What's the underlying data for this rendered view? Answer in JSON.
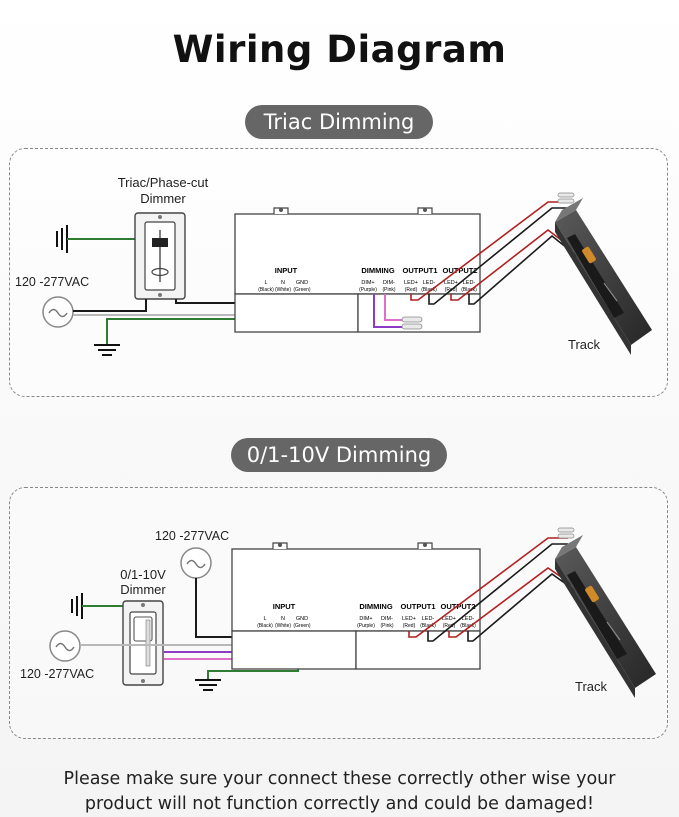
{
  "title": "Wiring Diagram",
  "sections": [
    {
      "name": "Triac Dimming",
      "dimmer_label_1": "Triac/Phase-cut",
      "dimmer_label_2": "Dimmer",
      "source_label": "120 -277VAC",
      "track_label": "Track"
    },
    {
      "name": "0/1-10V Dimming",
      "dimmer_label_1": "0/1-10V",
      "dimmer_label_2": "Dimmer",
      "source_label_top": "120 -277VAC",
      "source_label_left": "120 -277VAC",
      "track_label": "Track"
    }
  ],
  "driver": {
    "input_label": "INPUT",
    "input_terminals": [
      {
        "name": "L",
        "color": "(Black)"
      },
      {
        "name": "N",
        "color": "(White)"
      },
      {
        "name": "GND",
        "color": "(Green)"
      }
    ],
    "dimming_label": "DIMMING",
    "dimming_terminals": [
      {
        "name": "DIM+",
        "color": "(Purple)"
      },
      {
        "name": "DIM-",
        "color": "(Pink)"
      }
    ],
    "output1_label": "OUTPUT1",
    "output2_label": "OUTPUT2",
    "output_terminals": [
      {
        "name": "LED+",
        "color": "(Red)"
      },
      {
        "name": "LED-",
        "color": "(Black)"
      }
    ]
  },
  "wire_colors": {
    "black": "#1a1a1a",
    "white": "#b8b8b8",
    "green": "#2e7d32",
    "purple": "#8e3bc4",
    "pink": "#e06fc8",
    "red": "#b02020"
  },
  "note_line_1": "Please make sure your connect these correctly other wise your",
  "note_line_2": "product will not function correctly and could be damaged!"
}
